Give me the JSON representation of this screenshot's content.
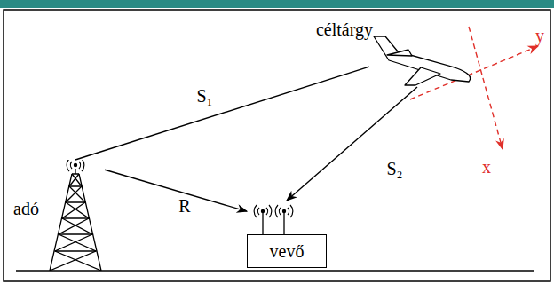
{
  "diagram": {
    "nodes": [
      {
        "text": [
          "adó"
        ]
      },
      {
        "text": [
          "céltárgy"
        ]
      },
      {
        "text": [
          "vevő"
        ]
      }
    ],
    "edges": [
      {
        "from": 0,
        "to": 1,
        "arrow": "none",
        "label": "S₁"
      },
      {
        "from": 0,
        "to": 2,
        "arrow": "to",
        "label": "R"
      },
      {
        "from": 1,
        "to": 2,
        "arrow": "to",
        "label": "S₂"
      }
    ],
    "labels": [
      "x",
      "y"
    ]
  }
}
